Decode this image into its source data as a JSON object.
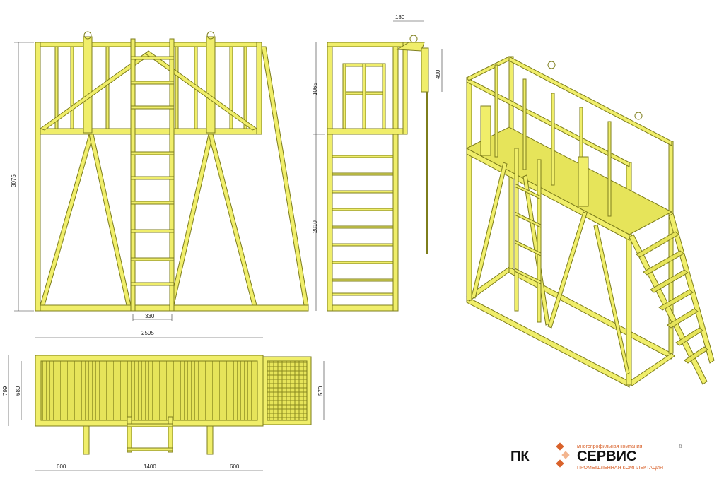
{
  "dimensions": {
    "front_height_total": "3075",
    "front_ladder_width": "330",
    "side_top": "180",
    "side_upper_height": "1065",
    "side_hook_drop": "490",
    "side_lower_height": "2010",
    "plan_total_length": "2595",
    "plan_depth_outer": "799",
    "plan_depth_inner": "680",
    "plan_step_width": "570",
    "plan_left_offset": "600",
    "plan_ladder_span": "1400",
    "plan_right_offset": "600"
  },
  "logo": {
    "brand_left": "ПК",
    "brand_right": "СЕРВИС",
    "tagline_top": "многопрофильная компания",
    "tagline_bottom": "ПРОМЫШЛЕННАЯ КОМПЛЕКТАЦИЯ",
    "registered": "®"
  },
  "colors": {
    "frame": "#f0ee6a",
    "frame_stroke": "#8a8a20",
    "grating": "#c8c640",
    "accent": "#d9622b"
  }
}
